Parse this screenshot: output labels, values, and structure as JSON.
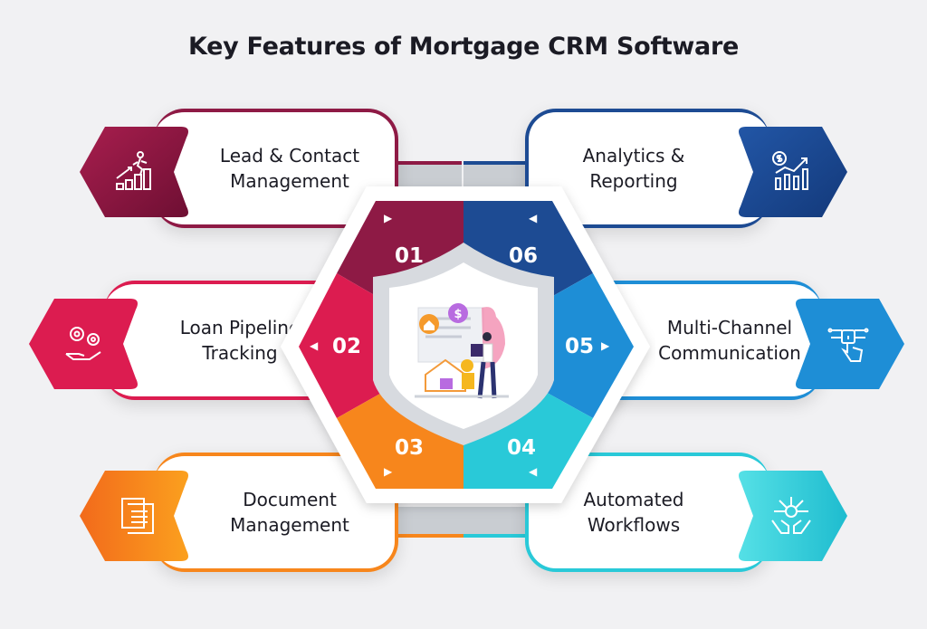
{
  "title": "Key Features of Mortgage CRM Software",
  "features": [
    {
      "number": "01",
      "label_line1": "Lead & Contact",
      "label_line2": "Management",
      "icon": "stairs-climb-icon",
      "color": "#8e1a45"
    },
    {
      "number": "02",
      "label_line1": "Loan Pipeline",
      "label_line2": "Tracking",
      "icon": "gears-hand-icon",
      "color": "#dc1c50"
    },
    {
      "number": "03",
      "label_line1": "Document",
      "label_line2": "Management",
      "icon": "document-icon",
      "color": "#f7861c"
    },
    {
      "number": "04",
      "label_line1": "Automated",
      "label_line2": "Workflows",
      "icon": "hands-network-icon",
      "color": "#29c9d8"
    },
    {
      "number": "05",
      "label_line1": "Multi-Channel",
      "label_line2": "Communication",
      "icon": "touch-network-icon",
      "color": "#1e8ed6"
    },
    {
      "number": "06",
      "label_line1": "Analytics &",
      "label_line2": "Reporting",
      "icon": "chart-dollar-icon",
      "color": "#1d4b93"
    }
  ]
}
